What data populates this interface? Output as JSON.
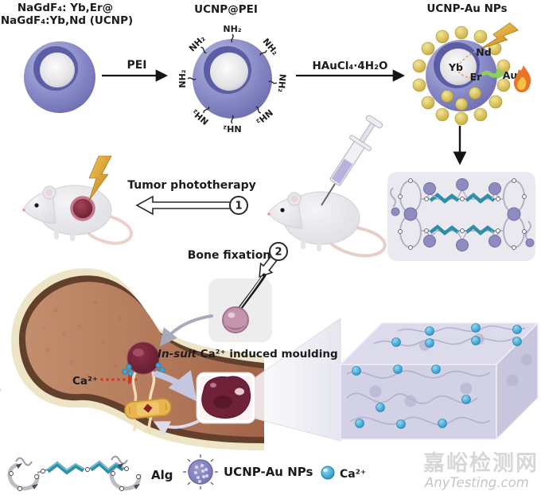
{
  "header": {
    "precursor_line1": "NaGdF₄: Yb,Er@",
    "precursor_line2": "NaGdF₄:Yb,Nd (UCNP)",
    "pei_product": "UCNP@PEI",
    "au_product": "UCNP-Au NPs"
  },
  "reactions": {
    "step1_reagent": "PEI",
    "step2_reagent": "HAuCl₄·4H₂O"
  },
  "nanoparticle": {
    "nh2": "NH₂",
    "yb": "Yb",
    "er": "Er",
    "nd": "Nd",
    "au": "Au"
  },
  "therapy": {
    "phototherapy": "Tumor phototherapy",
    "step1": "1",
    "bone_fixation": "Bone fixation",
    "step2": "2"
  },
  "bone": {
    "ca": "Ca²⁺",
    "moulding_italic": "In-suit",
    "moulding_rest": " Ca²⁺ induced moulding"
  },
  "legend": {
    "alg": "Alg",
    "ucnp": "UCNP-Au NPs",
    "ca": "Ca²⁺"
  },
  "watermark": {
    "cn": "嘉峪检测网",
    "en": "AnyTesting.com"
  },
  "colors": {
    "nanoparticle_purple": "#8183c4",
    "core_shell_ring": "#5b5ea6",
    "gold": "#d3ba55",
    "calcium_blue": "#3aa4d8",
    "alg_teal": "#2f8fa8",
    "bone_cream": "#eee4c6",
    "bone_interior": "#b47c5c",
    "gel_maroon": "#6e2138",
    "laser_orange": "#e09a30",
    "network_node_purple": "#8d8bc0"
  }
}
